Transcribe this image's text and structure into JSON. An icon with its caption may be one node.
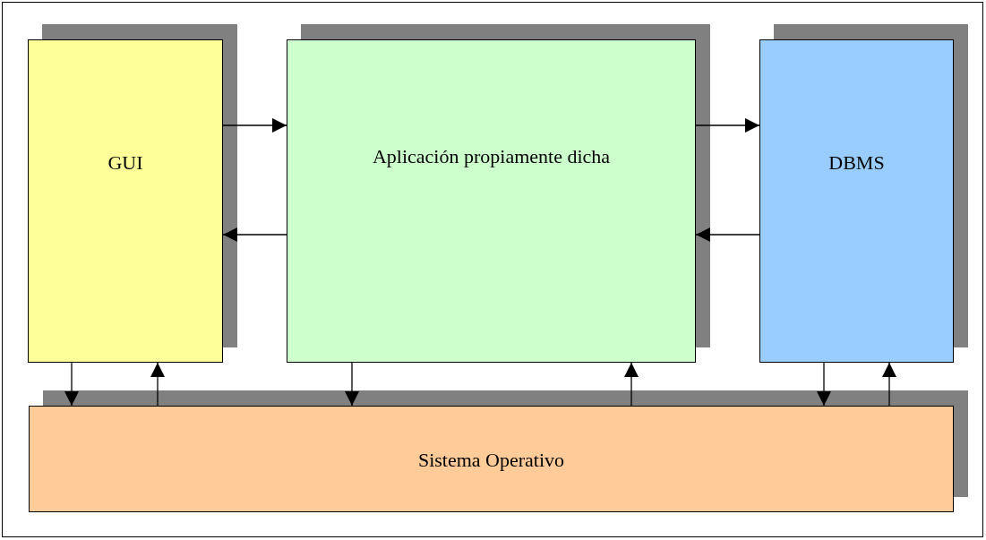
{
  "diagram": {
    "nodes": [
      {
        "text": [
          "GUI"
        ]
      },
      {
        "text": [
          "Aplicación propiamente dicha"
        ]
      },
      {
        "text": [
          "DBMS"
        ]
      },
      {
        "text": [
          "Sistema Operativo"
        ]
      }
    ],
    "edges": [
      {
        "from": 0,
        "to": 1,
        "arrow": "to"
      },
      {
        "from": 1,
        "to": 0,
        "arrow": "to"
      },
      {
        "from": 1,
        "to": 2,
        "arrow": "to"
      },
      {
        "from": 2,
        "to": 1,
        "arrow": "to"
      },
      {
        "from": 0,
        "to": 3,
        "arrow": "to"
      },
      {
        "from": 3,
        "to": 0,
        "arrow": "to"
      },
      {
        "from": 1,
        "to": 3,
        "arrow": "to"
      },
      {
        "from": 3,
        "to": 1,
        "arrow": "to"
      },
      {
        "from": 2,
        "to": 3,
        "arrow": "to"
      },
      {
        "from": 3,
        "to": 2,
        "arrow": "to"
      }
    ]
  }
}
